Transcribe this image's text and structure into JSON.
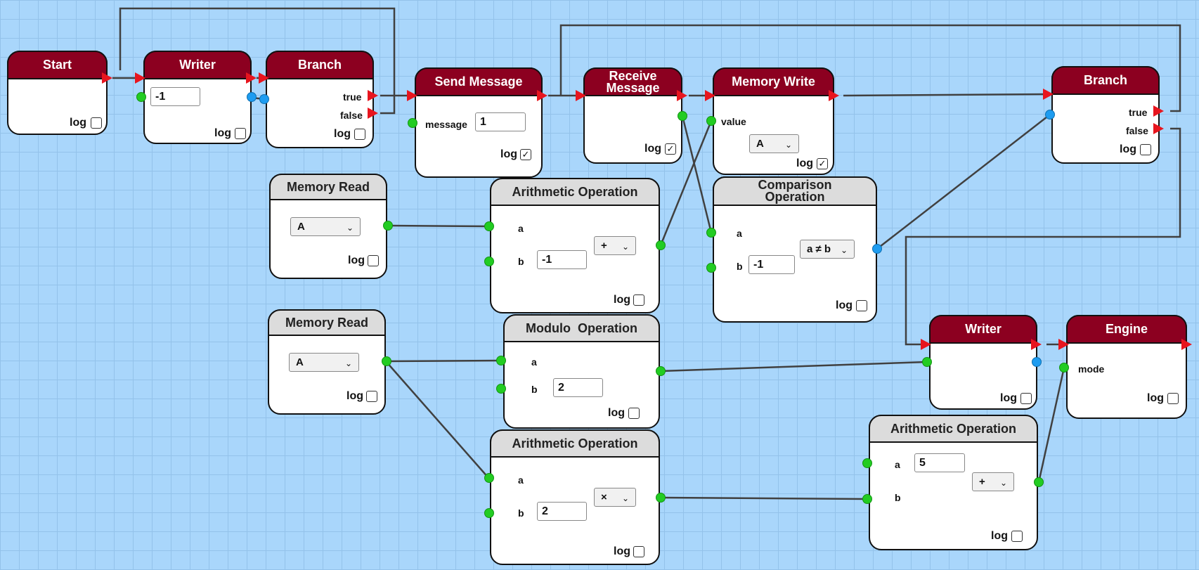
{
  "nodes": {
    "start": {
      "title": "Start",
      "log": "log",
      "log_checked": false
    },
    "writer1": {
      "title": "Writer",
      "value": "-1",
      "log": "log",
      "log_checked": false
    },
    "branch1": {
      "title": "Branch",
      "true_label": "true",
      "false_label": "false",
      "log": "log",
      "log_checked": false
    },
    "send": {
      "title": "Send Message",
      "message_label": "message",
      "message_value": "1",
      "log": "log",
      "log_checked": true
    },
    "receive": {
      "title": "Receive Message",
      "log": "log",
      "log_checked": true
    },
    "memwrite": {
      "title": "Memory Write",
      "value_label": "value",
      "select": "A",
      "log": "log",
      "log_checked": true
    },
    "branch2": {
      "title": "Branch",
      "true_label": "true",
      "false_label": "false",
      "log": "log",
      "log_checked": false
    },
    "memread1": {
      "title": "Memory Read",
      "select": "A",
      "log": "log",
      "log_checked": false
    },
    "arith1": {
      "title": "Arithmetic Operation",
      "a_label": "a",
      "b_label": "b",
      "b_value": "-1",
      "op": "+",
      "log": "log",
      "log_checked": false
    },
    "compare": {
      "title": "Comparison Operation",
      "a_label": "a",
      "b_label": "b",
      "b_value": "-1",
      "op": "a ≠ b",
      "log": "log",
      "log_checked": false
    },
    "memread2": {
      "title": "Memory Read",
      "select": "A",
      "log": "log",
      "log_checked": false
    },
    "modulo": {
      "title": "Modulo  Operation",
      "a_label": "a",
      "b_label": "b",
      "b_value": "2",
      "log": "log",
      "log_checked": false
    },
    "arith2": {
      "title": "Arithmetic Operation",
      "a_label": "a",
      "b_label": "b",
      "b_value": "2",
      "op": "×",
      "log": "log",
      "log_checked": false
    },
    "writer2": {
      "title": "Writer",
      "log": "log",
      "log_checked": false
    },
    "engine": {
      "title": "Engine",
      "mode_label": "mode",
      "log": "log",
      "log_checked": false
    },
    "arith3": {
      "title": "Arithmetic Operation",
      "a_label": "a",
      "a_value": "5",
      "b_label": "b",
      "op": "+",
      "log": "log",
      "log_checked": false
    }
  },
  "colors": {
    "canvas": "#a9d6fb",
    "node_header_flow": "#8c0020",
    "node_header_data": "#dcdcdc",
    "flow_arrow": "#e8151e",
    "data_port": "#22cc22",
    "bool_port": "#1e9cf0",
    "wire": "#404040"
  },
  "icons": {
    "flow_port": "triangle-arrow",
    "data_port": "green-dot",
    "bool_port": "blue-dot",
    "select": "chevron-down"
  }
}
